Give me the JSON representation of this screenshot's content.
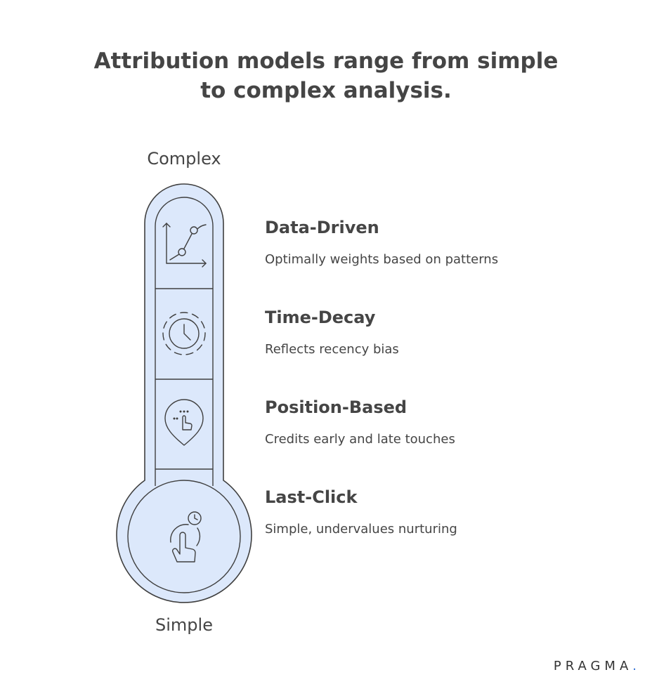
{
  "title": {
    "line1": "Attribution models range from simple",
    "line2": "to complex analysis."
  },
  "scale": {
    "top": "Complex",
    "bottom": "Simple"
  },
  "items": [
    {
      "name": "Data-Driven",
      "description": "Optimally weights based on patterns",
      "icon": "line-chart-icon"
    },
    {
      "name": "Time-Decay",
      "description": "Reflects recency bias",
      "icon": "clock-icon"
    },
    {
      "name": "Position-Based",
      "description": "Credits early and late touches",
      "icon": "location-pin-tap-icon"
    },
    {
      "name": "Last-Click",
      "description": "Simple, undervalues nurturing",
      "icon": "hand-click-timer-icon"
    }
  ],
  "brand": {
    "name": "PRAGMA",
    "dot": "."
  },
  "colors": {
    "fill": "#dce8fb",
    "stroke": "#3f3f3f",
    "accent": "#2f6fd6"
  }
}
